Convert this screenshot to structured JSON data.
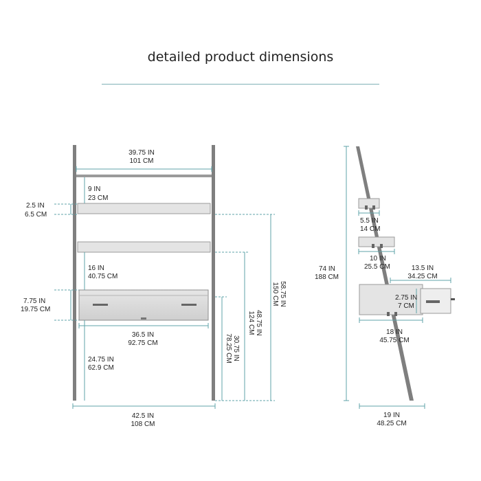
{
  "title": "detailed product dimensions",
  "colors": {
    "dimension_line": "#5fa3a9",
    "frame": "#7f7f7f",
    "shelf_fill": "#e4e4e4",
    "shelf_edge": "#9a9a9a",
    "title_rule": "#7fb0b6"
  },
  "front": {
    "top_width": [
      "39.75 IN",
      "101 CM"
    ],
    "shelf_gap": [
      "9 IN",
      "23 CM"
    ],
    "shelf_thickness": [
      "2.5 IN",
      "6.5 CM"
    ],
    "lower_gap": [
      "16 IN",
      "40.75 CM"
    ],
    "drawer_height": [
      "7.75 IN",
      "19.75 CM"
    ],
    "desk_width": [
      "36.5 IN",
      "92.75 CM"
    ],
    "floor_to_desk": [
      "24.75 IN",
      "62.9 CM"
    ],
    "desk_to_floor": [
      "30.75 IN",
      "78.25 CM"
    ],
    "shelf_to_floor": [
      "48.75 IN",
      "124 CM"
    ],
    "top_to_floor": [
      "58.75 IN",
      "150 CM"
    ],
    "overall_width": [
      "42.5 IN",
      "108 CM"
    ]
  },
  "side": {
    "height": [
      "74 IN",
      "188 CM"
    ],
    "top_shelf_depth": [
      "5.5 IN",
      "14 CM"
    ],
    "mid_shelf_depth": [
      "10 IN",
      "25.5 CM"
    ],
    "drawer_extension": [
      "13.5 IN",
      "34.25 CM"
    ],
    "drawer_height": [
      "2.75 IN",
      "7 CM"
    ],
    "desk_depth": [
      "18 IN",
      "45.75 CM"
    ],
    "base_depth": [
      "19 IN",
      "48.25 CM"
    ]
  }
}
